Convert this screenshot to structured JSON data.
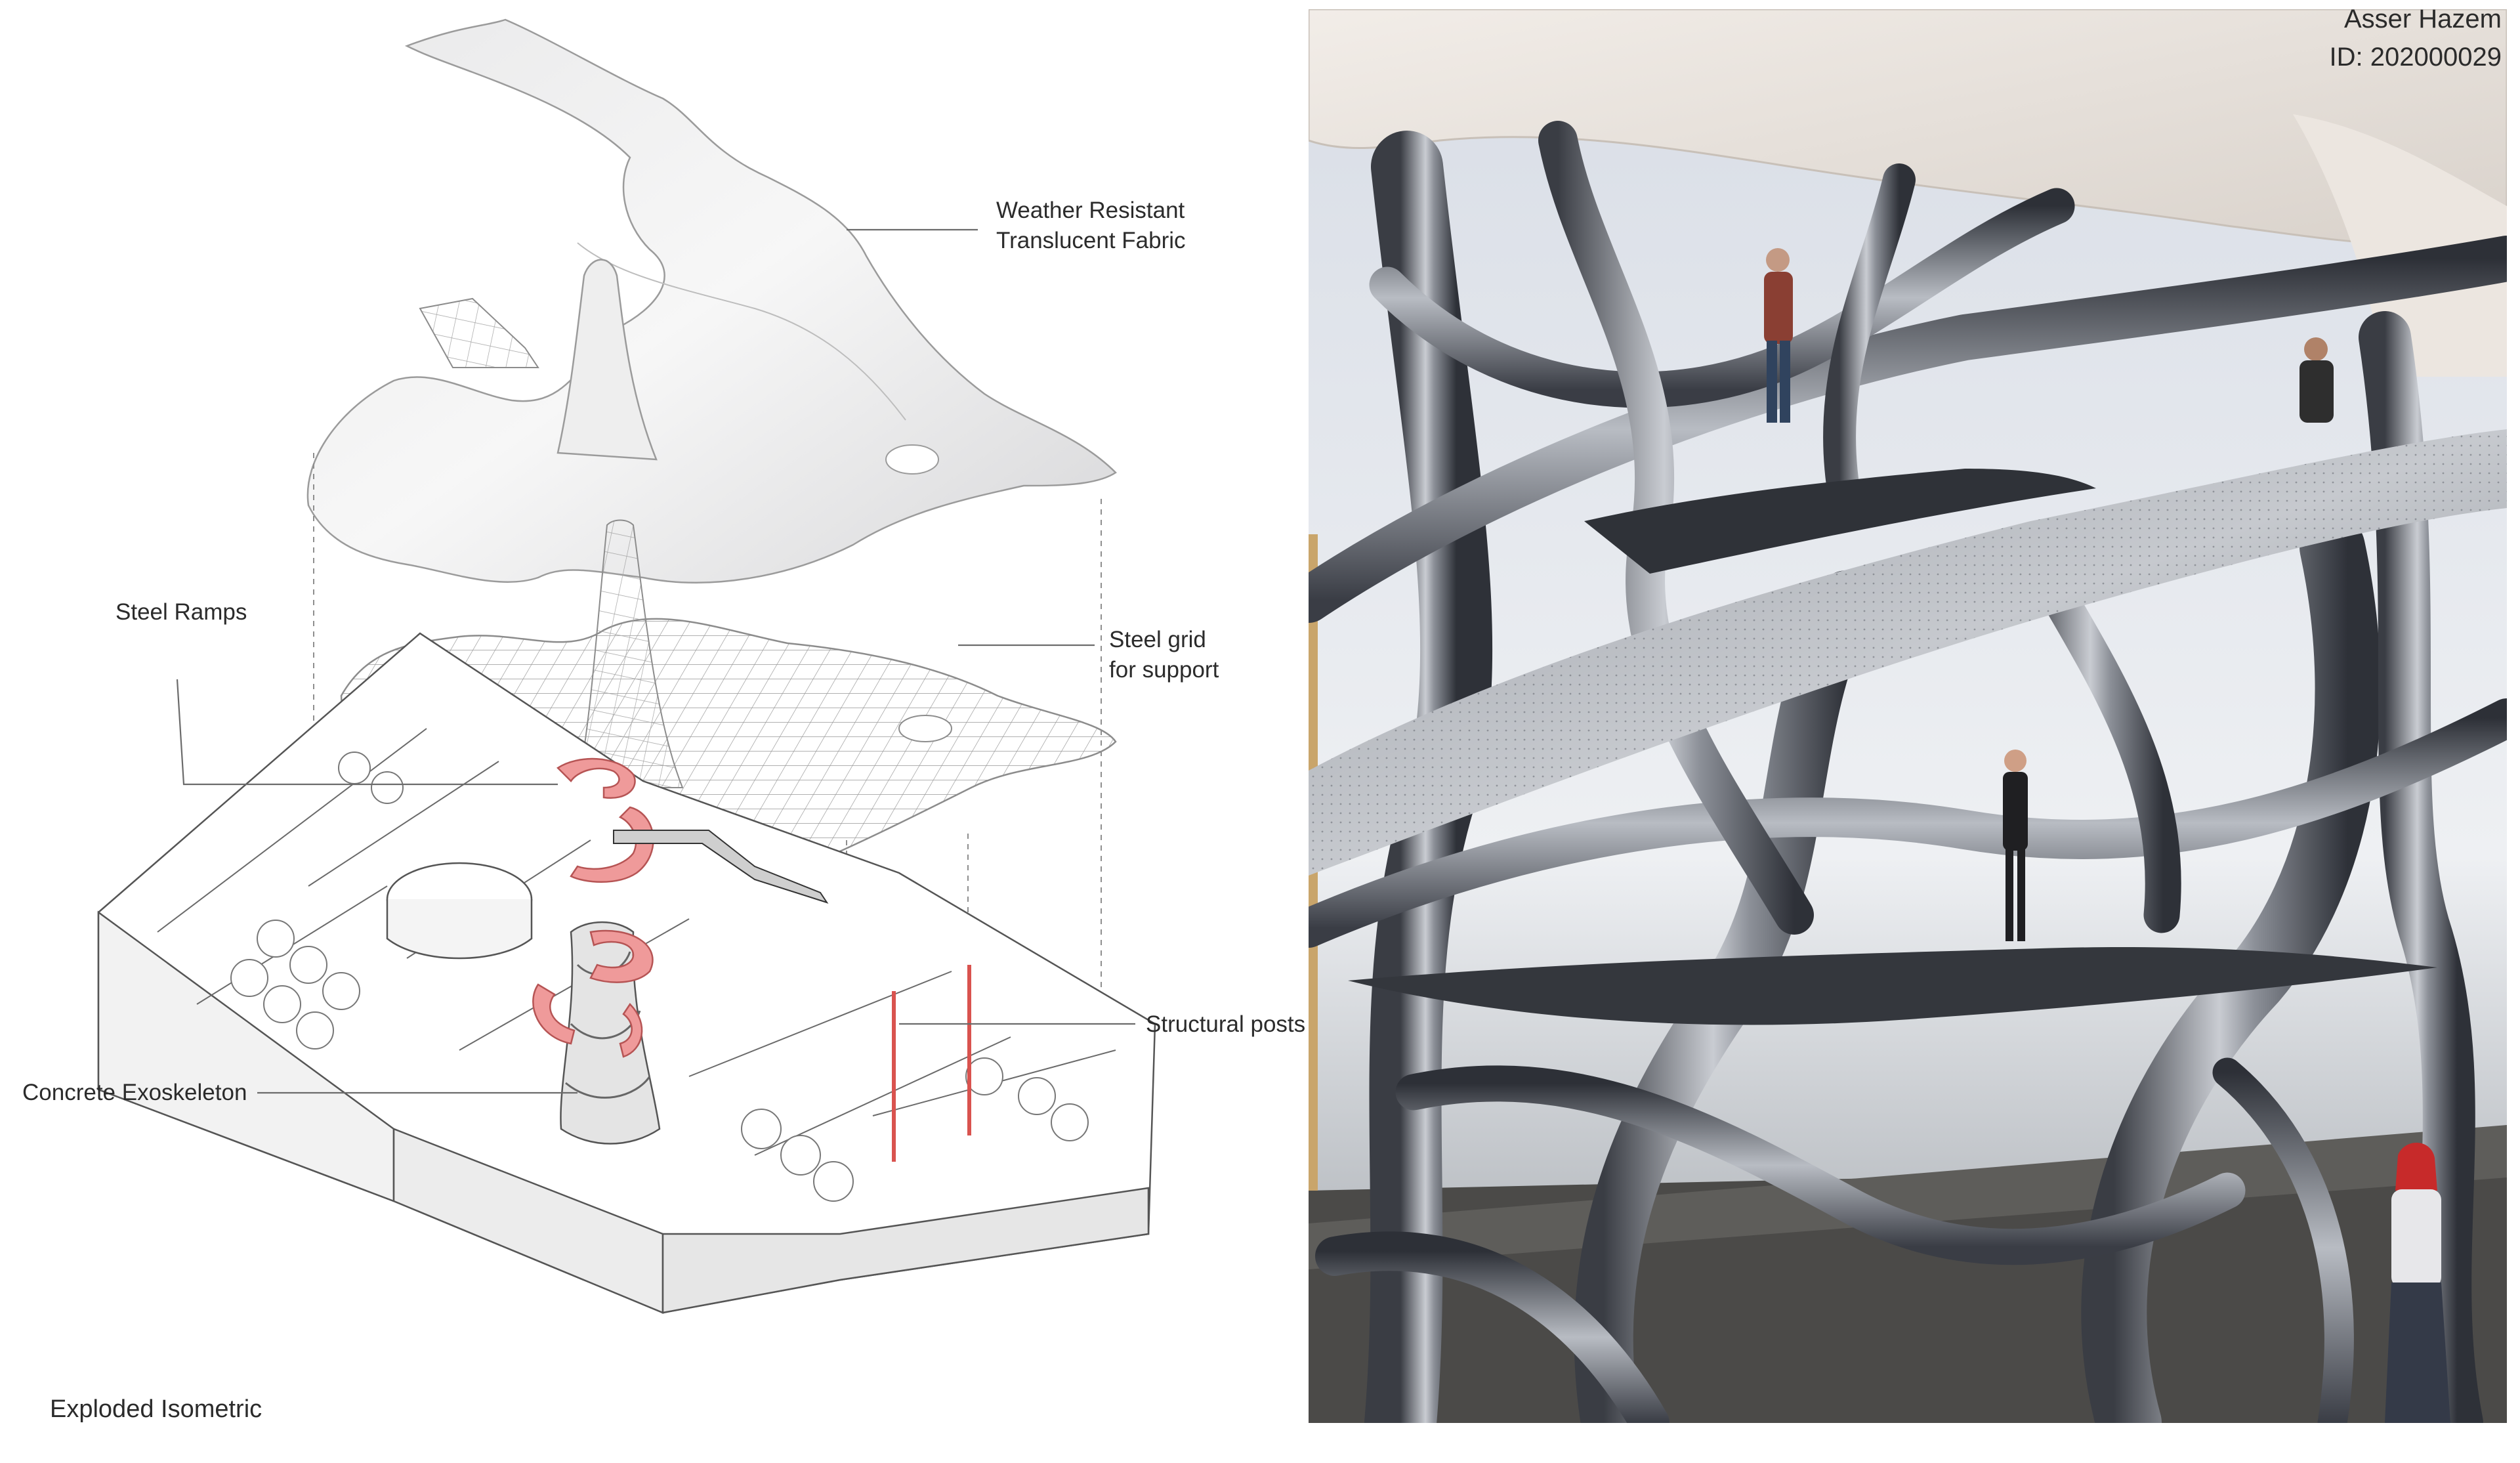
{
  "labels": {
    "fabric": "Weather Resistant\nTranslucent Fabric",
    "fabric_line1": "Weather Resistant",
    "fabric_line2": "Translucent Fabric",
    "steel_grid_line1": "Steel grid",
    "steel_grid_line2": "for support",
    "steel_ramps": "Steel Ramps",
    "structural_posts": "Structural posts",
    "concrete_exoskeleton": "Concrete Exoskeleton"
  },
  "caption": "Exploded Isometric",
  "author": {
    "name": "Asser Hazem",
    "id": "ID: 202000029"
  },
  "colors": {
    "ramp_red": "#e57d7d",
    "post_red": "#d9534f",
    "line_gray": "#6b6b6b",
    "steel": "#8f949c",
    "fabric_white": "#f3f3f3"
  }
}
